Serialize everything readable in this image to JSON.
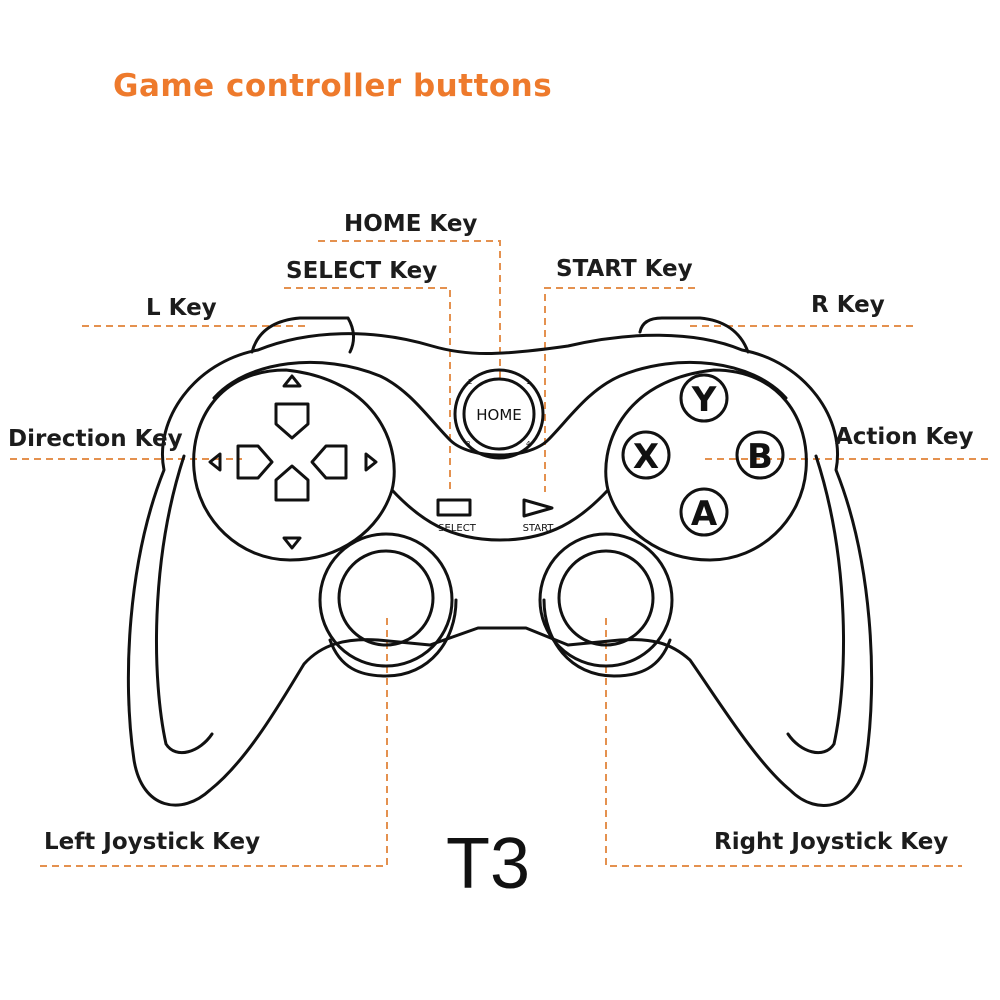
{
  "title": "Game controller buttons",
  "model": "T3",
  "colors": {
    "accent": "#ee7a2c",
    "outline": "#111111",
    "leader": "#e4914f"
  },
  "labels": {
    "home": "HOME Key",
    "select": "SELECT  Key",
    "start": "START Key",
    "l": "L Key",
    "r": "R Key",
    "direction": "Direction Key",
    "action": "Action Key",
    "left_joystick": "Left Joystick Key",
    "right_joystick": "Right Joystick Key"
  },
  "controller": {
    "home_text": "HOME",
    "select_text": "SELECT",
    "start_text": "START",
    "action_buttons": {
      "y": "Y",
      "x": "X",
      "b": "B",
      "a": "A"
    },
    "home_ring_marks": [
      "1",
      "2",
      "3",
      "4"
    ]
  }
}
